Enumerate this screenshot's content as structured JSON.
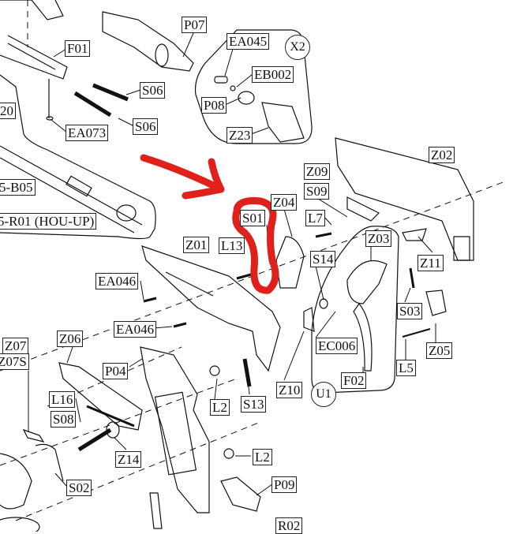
{
  "diagram": {
    "labels": {
      "p07": "P07",
      "ea045": "EA045",
      "f01": "F01",
      "eb002": "EB002",
      "s06a": "S06",
      "p08": "P08",
      "part20": "20",
      "s06b": "S06",
      "ea073": "EA073",
      "z23": "Z23",
      "z02": "Z02",
      "z09": "Z09",
      "b05": "5-B05",
      "s09": "S09",
      "z04": "Z04",
      "s01": "S01",
      "l7": "L7",
      "r01": "5-R01 (HOU-UP)",
      "z03": "Z03",
      "z01": "Z01",
      "l13": "L13",
      "s14": "S14",
      "z11": "Z11",
      "ea046a": "EA046",
      "s03": "S03",
      "ea046b": "EA046",
      "ec006": "EC006",
      "z05": "Z05",
      "z07": "Z07",
      "z07s": "Z07S",
      "z06": "Z06",
      "p04": "P04",
      "l5": "L5",
      "f02": "F02",
      "z10": "Z10",
      "l2a": "L2",
      "s13": "S13",
      "l16": "L16",
      "s08": "S08",
      "z14": "Z14",
      "l2b": "L2",
      "s02": "S02",
      "p09": "P09",
      "r02": "R02"
    },
    "groups": {
      "x2": "X2",
      "u1": "U1"
    },
    "annotation_color": "#e0201b"
  }
}
